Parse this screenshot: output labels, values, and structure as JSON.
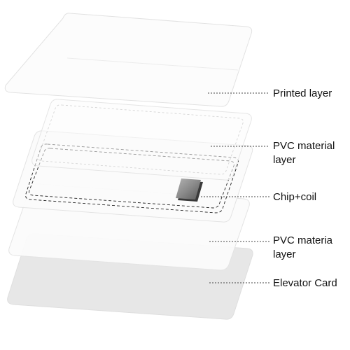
{
  "labels": {
    "printed_layer": "Printed layer",
    "pvc_top_line1": "PVC material",
    "pvc_top_line2": "layer",
    "chip_coil": "Chip+coil",
    "pvc_bottom_line1": "PVC materia",
    "pvc_bottom_line2": "layer",
    "elevator_card": "Elevator Card"
  },
  "colors": {
    "card_fill": "#fbfbfb",
    "card_stroke": "#e3e3e3",
    "bottom_card_fill": "#e6e6e6",
    "leader_line": "#444444",
    "coil": "#222222",
    "chip": "#8c8c8c"
  }
}
